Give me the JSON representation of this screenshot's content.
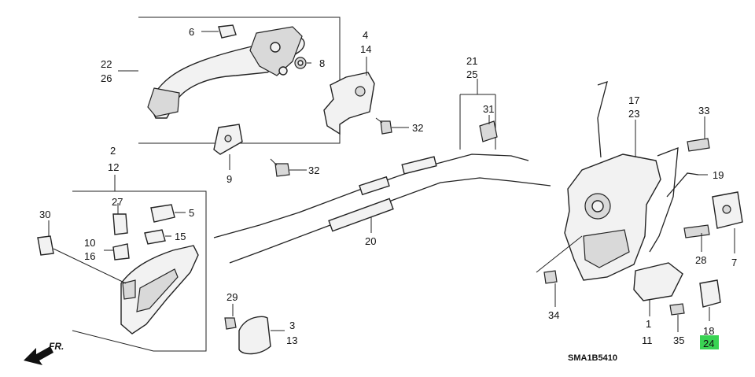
{
  "diagram": {
    "code": "SMA1B5410",
    "direction_label": "FR.",
    "highlight_color": "#39d353",
    "labels": {
      "l6": "6",
      "l8": "8",
      "l22": "22",
      "l26": "26",
      "l4": "4",
      "l14": "14",
      "l32a": "32",
      "l32b": "32",
      "l9": "9",
      "l21": "21",
      "l25": "25",
      "l31": "31",
      "l17": "17",
      "l23": "23",
      "l33": "33",
      "l19": "19",
      "l2": "2",
      "l12": "12",
      "l27": "27",
      "l5": "5",
      "l30": "30",
      "l15": "15",
      "l10": "10",
      "l16": "16",
      "l20": "20",
      "l29": "29",
      "l3": "3",
      "l13": "13",
      "l34": "34",
      "l28": "28",
      "l7": "7",
      "l1": "1",
      "l11": "11",
      "l35": "35",
      "l18": "18",
      "l24": "24"
    }
  }
}
